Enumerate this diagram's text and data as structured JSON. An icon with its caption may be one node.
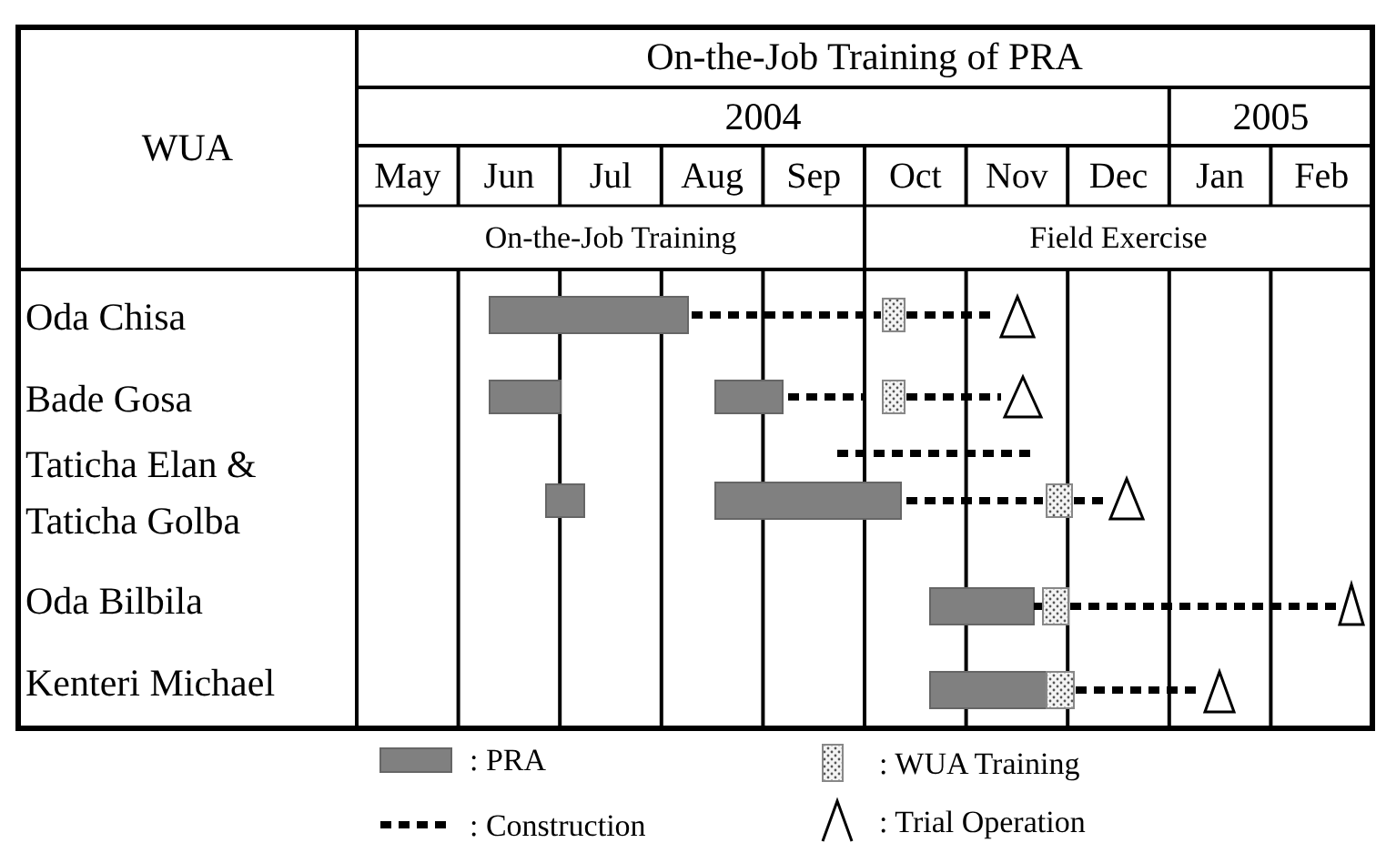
{
  "diagram": {
    "labels": [
      "WUA",
      "On-the-Job Training of PRA",
      "2004",
      "2005",
      "May",
      "Jun",
      "Jul",
      "Aug",
      "Sep",
      "Oct",
      "Nov",
      "Dec",
      "Jan",
      "Feb",
      "On-the-Job Training",
      "Field Exercise",
      "Oda Chisa",
      "Bade Gosa",
      "Taticha Elan & Taticha Golba",
      "Oda Bilbila",
      "Kenteri Michael"
    ],
    "legend": [
      {
        "text": ": PRA",
        "color": "#808080"
      },
      {
        "text": ": WUA Training"
      },
      {
        "text": ": Construction"
      },
      {
        "text": ": Trial Operation"
      }
    ]
  }
}
